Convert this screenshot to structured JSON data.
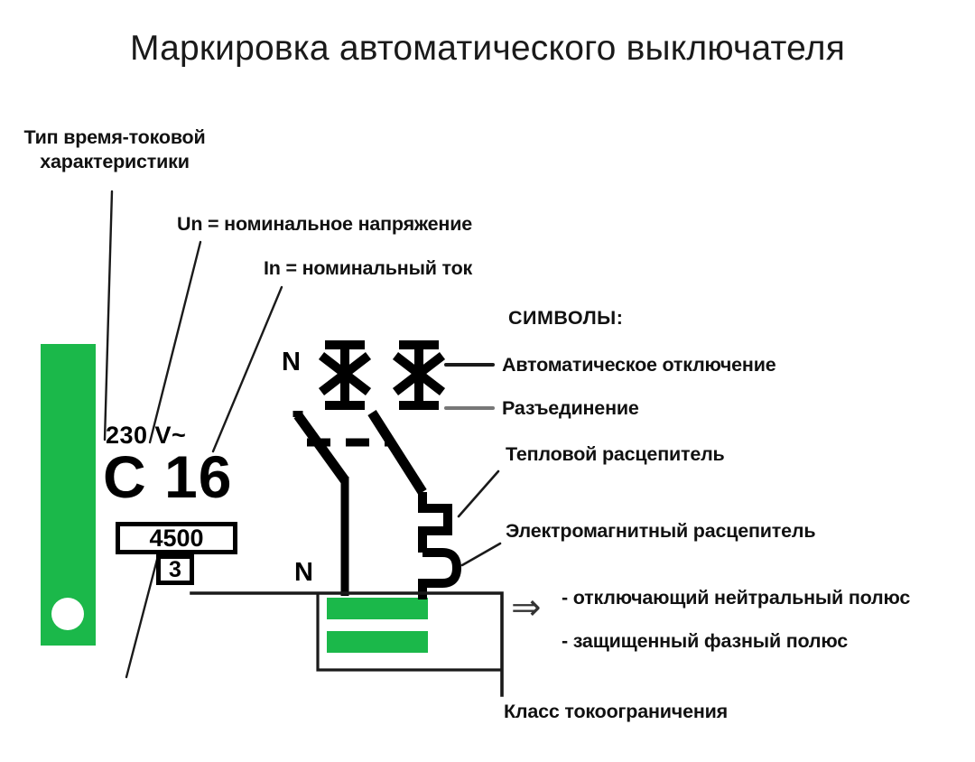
{
  "header": {
    "title": "Маркировка автоматического выключателя"
  },
  "callouts": {
    "type_curve": "Тип время-токовой характеристики",
    "rated_voltage": "Un = номинальное напряжение",
    "rated_current": "In = номинальный ток",
    "limiting_class": "Класс токоограничения"
  },
  "legend": {
    "heading": "СИМВОЛЫ:",
    "items": [
      {
        "label": "Автоматическое отключение",
        "icon": "asterisk-symbol"
      },
      {
        "label": "Разъединение",
        "icon": "asterisk-symbol"
      },
      {
        "label": "Тепловой расцепитель",
        "icon": "thermal-release-symbol"
      },
      {
        "label": "Электромагнитный расцепитель",
        "icon": "electromagnetic-release-symbol"
      }
    ]
  },
  "poles": {
    "arrow": "⇒",
    "neutral": "- отключающий нейтральный полюс",
    "phase": "- защищенный фазный полюс"
  },
  "breaker_marking": {
    "voltage": "230 V~",
    "curve_and_rating": "C 16",
    "breaking_capacity": "4500",
    "current_limiting_class": "3",
    "neutral_terminal_top": "N",
    "neutral_terminal_bottom": "N"
  },
  "colors": {
    "green": "#1bb84a",
    "ink": "#000000",
    "title": "#1a1a1a"
  }
}
